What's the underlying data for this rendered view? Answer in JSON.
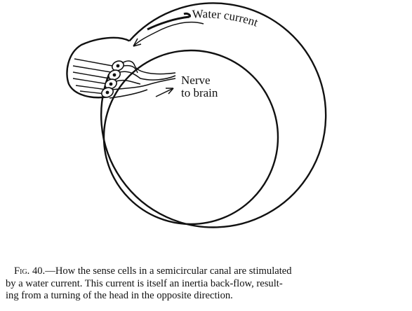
{
  "labels": {
    "water_current": "Water current",
    "nerve_line1": "Nerve",
    "nerve_line2": "to brain"
  },
  "caption": {
    "fig_label": "Fig. 40.",
    "line1_rest": "—How the sense cells in a semicircular canal are stimulated",
    "line2": "by a water current.  This current is itself an inertia back-flow, result-",
    "line3": "ing from a turning of the head in the opposite direction."
  },
  "icons": {
    "current_arrow": "arrow-icon",
    "nerve_arrow": "arrow-icon"
  },
  "colors": {
    "ink": "#111111",
    "paper": "#ffffff"
  }
}
